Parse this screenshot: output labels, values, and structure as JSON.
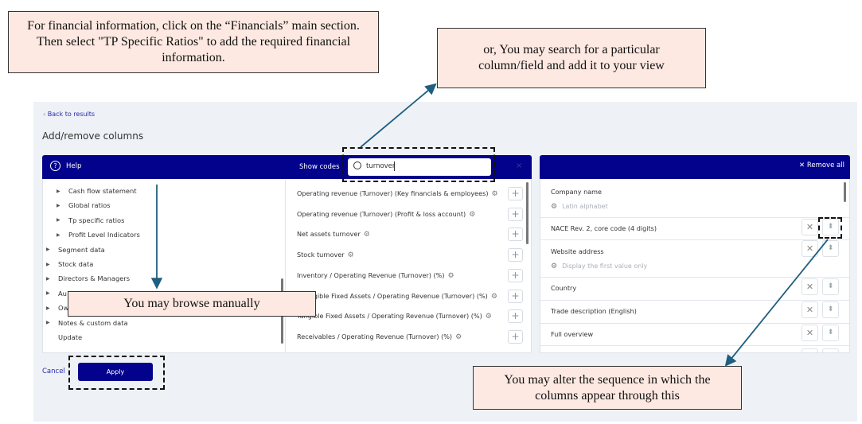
{
  "callouts": {
    "financials": "For financial information, click on the “Financials” main section. Then select \"TP Specific Ratios\" to add the required financial information.",
    "search": "or, You may search for a particular column/field and add it to your view",
    "browse": "You may browse manually",
    "sequence": "You may alter the sequence in which the columns appear through this"
  },
  "page": {
    "back_link": "Back to results",
    "title": "Add/remove columns"
  },
  "toolbar": {
    "help": "Help",
    "show_codes": "Show codes",
    "search_value": "turnover",
    "remove_all": "Remove all"
  },
  "tree": [
    {
      "label": "Cash flow statement",
      "indent": true
    },
    {
      "label": "Global ratios",
      "indent": true
    },
    {
      "label": "Tp specific ratios",
      "indent": true
    },
    {
      "label": "Profit Level Indicators",
      "indent": true
    },
    {
      "label": "Segment data"
    },
    {
      "label": "Stock data"
    },
    {
      "label": "Directors & Managers"
    },
    {
      "label": "Au"
    },
    {
      "label": "Ow"
    },
    {
      "label": "Notes & custom data"
    },
    {
      "label": "Update"
    }
  ],
  "results": [
    "Operating revenue (Turnover) (Key financials & employees)",
    "Operating revenue (Turnover) (Profit & loss account)",
    "Net assets turnover",
    "Stock turnover",
    "Inventory / Operating Revenue (Turnover) (%)",
    "Intangible Fixed Assets / Operating Revenue (Turnover) (%)",
    "Tangible Fixed Assets / Operating Revenue (Turnover) (%)",
    "Receivables / Operating Revenue (Turnover) (%)"
  ],
  "selected": [
    {
      "label": "Company name",
      "sub": "Latin alphabet",
      "removable": false
    },
    {
      "label": "NACE Rev. 2, core code (4 digits)",
      "removable": true
    },
    {
      "label": "Website address",
      "sub": "Display the first value only",
      "removable": true
    },
    {
      "label": "Country",
      "removable": true
    },
    {
      "label": "Trade description (English)",
      "removable": true
    },
    {
      "label": "Full overview",
      "removable": true
    }
  ],
  "footer": {
    "cancel": "Cancel",
    "apply": "Apply"
  },
  "colors": {
    "bar": "#02028c",
    "arrow": "#1f5f80",
    "callout_bg": "#fde9e2"
  }
}
